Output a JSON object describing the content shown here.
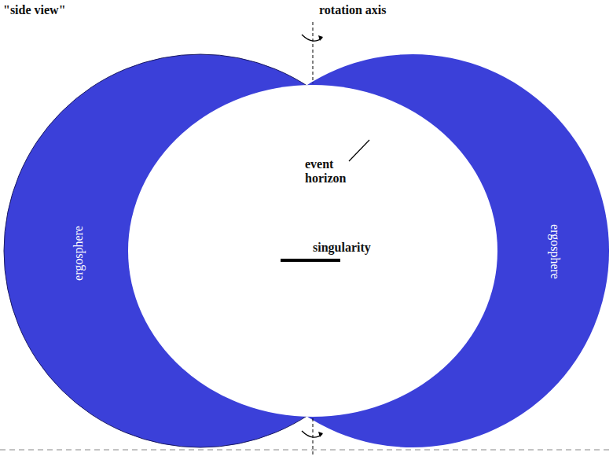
{
  "diagram": {
    "nodes": [
      {
        "text": [
          "ergosphere"
        ]
      },
      {
        "text": [
          "ergosphere"
        ]
      }
    ],
    "labels": [
      "\"side view\"",
      "rotation axis",
      "event horizon",
      "singularity"
    ]
  }
}
